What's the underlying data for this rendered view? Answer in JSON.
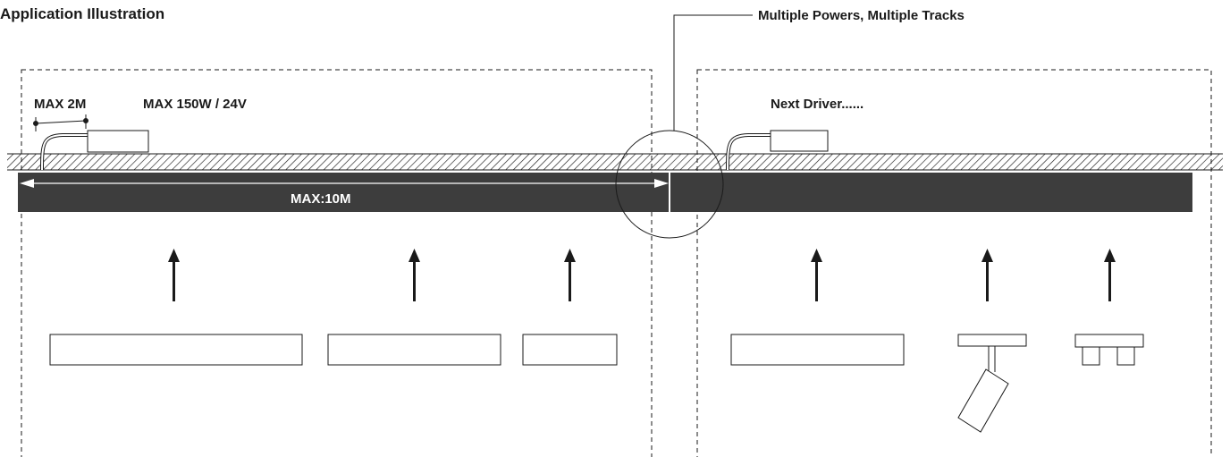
{
  "diagram": {
    "title": "Application Illustration",
    "callout_label": "Multiple Powers, Multiple Tracks",
    "left_panel": {
      "cable_label": "MAX 2M",
      "driver_label": "MAX 150W / 24V",
      "length_label": "MAX:10M"
    },
    "right_panel": {
      "driver_label": "Next Driver......"
    }
  },
  "colors": {
    "track": "#3d3d3d",
    "line": "#1a1a1a",
    "dimension_arrow": "#ffffff"
  },
  "icons": [
    "up-arrow-icon",
    "spotlight-icon",
    "twin-spot-icon",
    "hatched-ceiling"
  ]
}
